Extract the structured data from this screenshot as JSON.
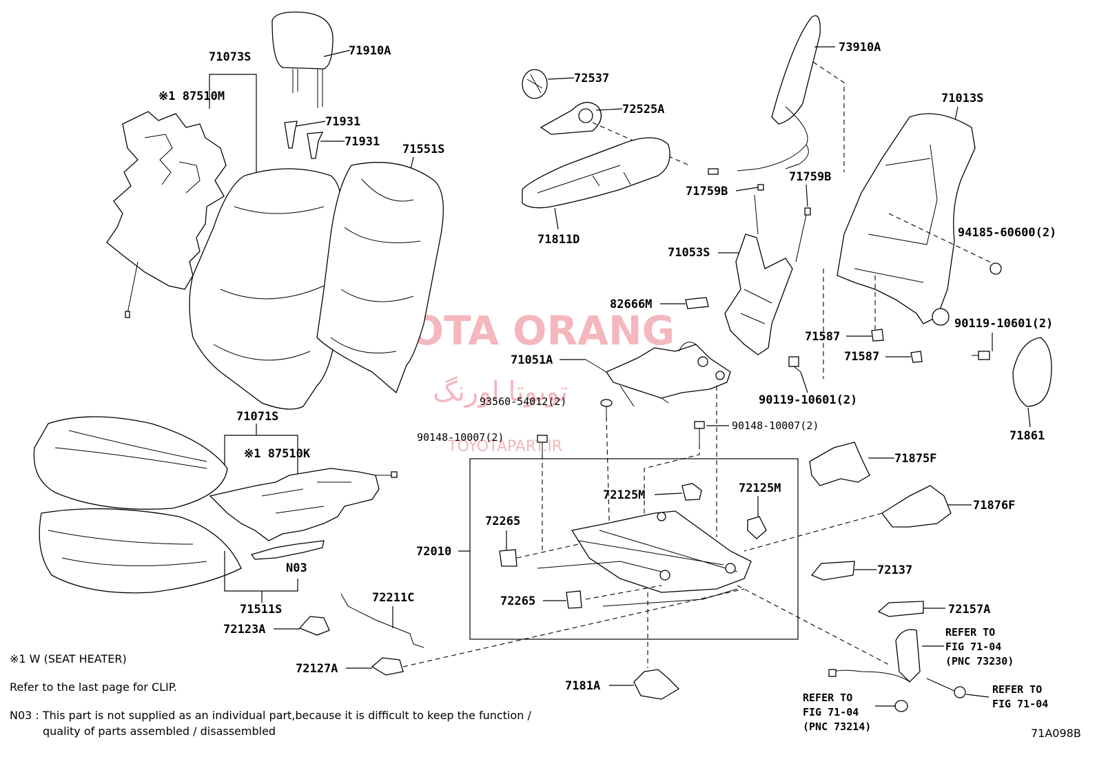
{
  "labels": {
    "p71910A": "71910A",
    "p71073S": "71073S",
    "p87510M": "※1 87510M",
    "p71931a": "71931",
    "p71931b": "71931",
    "p71551S": "71551S",
    "p72537": "72537",
    "p72525A": "72525A",
    "p71811D": "71811D",
    "p73910A": "73910A",
    "p71013S": "71013S",
    "p71759Ba": "71759B",
    "p71759Bb": "71759B",
    "p71053S": "71053S",
    "p94185": "94185-60600(2)",
    "p82666M": "82666M",
    "p71587a": "71587",
    "p71587b": "71587",
    "p90119a": "90119-10601(2)",
    "p90119b": "90119-10601(2)",
    "p71051A": "71051A",
    "p93560": "93560-54012(2)",
    "p90148a": "90148-10007(2)",
    "p90148b": "90148-10007(2)",
    "p71861": "71861",
    "p71071S": "71071S",
    "p87510K": "※1 87510K",
    "p71875F": "71875F",
    "p72125Ma": "72125M",
    "p72125Mb": "72125M",
    "p71876F": "71876F",
    "p72265a": "72265",
    "p72265b": "72265",
    "p72010": "72010",
    "pN03": "N03",
    "p72137": "72137",
    "p71511S": "71511S",
    "p72211C": "72211C",
    "p72157A": "72157A",
    "p72123A": "72123A",
    "p72127A": "72127A",
    "p7181A": "7181A"
  },
  "refers": {
    "r1": [
      "REFER TO",
      "FIG 71-04",
      "(PNC 73230)"
    ],
    "r2": [
      "REFER TO",
      "FIG 71-04"
    ],
    "r3": [
      "REFER TO",
      "FIG 71-04",
      "(PNC 73214)"
    ]
  },
  "watermark": {
    "latin": "TOYOTA ORANG",
    "arabic": "تویوتا اورنگ",
    "url": "TOYOTAPART.IR"
  },
  "notes": {
    "seat_heater": "※1  W (SEAT HEATER)",
    "clip": "Refer to the last page for CLIP.",
    "n03_line1": "N03 : This part is not supplied as an individual part,because it is difficult to keep the function /",
    "n03_line2": "quality of parts assembled / disassembled",
    "figure_code": "71A098B"
  }
}
